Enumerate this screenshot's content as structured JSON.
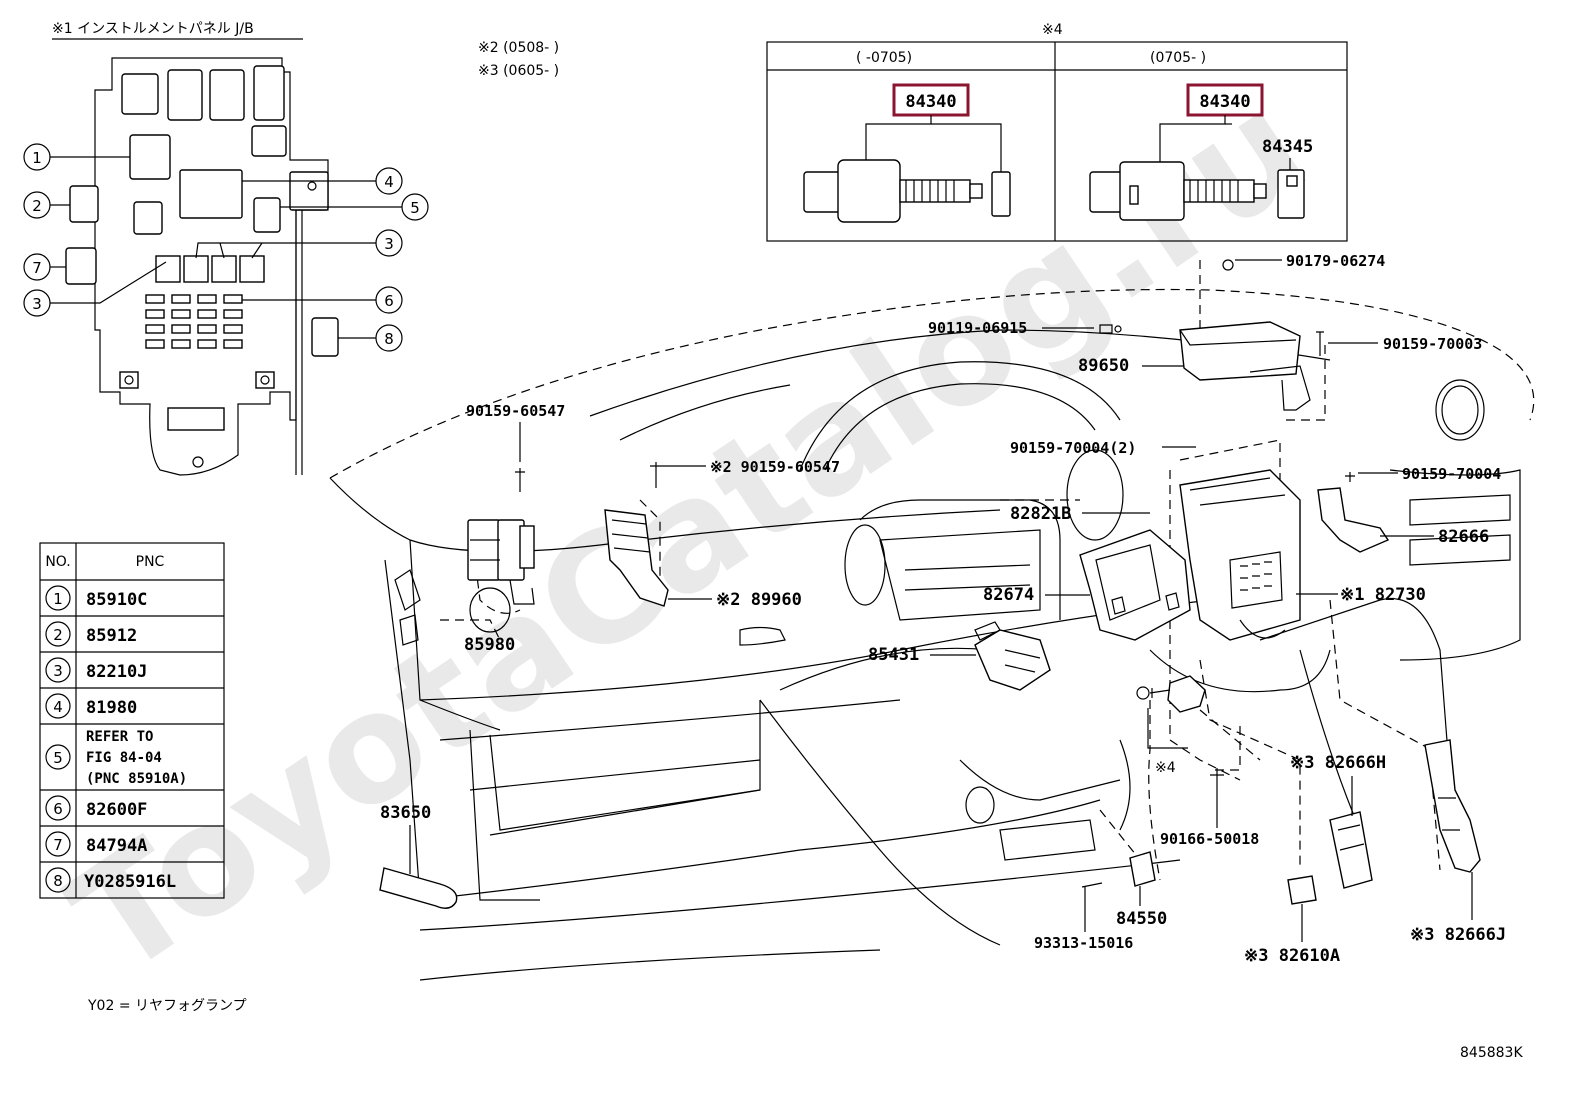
{
  "watermark": "ToyotaCatalog.ru",
  "jb_title": "※1 インストルメントパネル J/B",
  "notes": {
    "n2": "※2 (0508-      )",
    "n3": "※3 (0605-      )"
  },
  "variant_box": {
    "marker": "※4",
    "left_header": "(      -0705)",
    "right_header": "(0705-      )",
    "left_part": "84340",
    "right_part": "84340",
    "right_extra": "84345"
  },
  "callouts": [
    "1",
    "2",
    "3",
    "4",
    "5",
    "6",
    "7",
    "8"
  ],
  "pnc_table": {
    "col_no": "NO.",
    "col_pnc": "PNC",
    "rows": [
      {
        "no": "1",
        "pnc": "85910C"
      },
      {
        "no": "2",
        "pnc": "85912"
      },
      {
        "no": "3",
        "pnc": "82210J"
      },
      {
        "no": "4",
        "pnc": "81980"
      },
      {
        "no": "5",
        "ref1": "REFER TO",
        "ref2": "FIG 84-04",
        "ref3": "(PNC 85910A)"
      },
      {
        "no": "6",
        "pnc": "82600F"
      },
      {
        "no": "7",
        "pnc": "84794A"
      },
      {
        "no": "8",
        "pnc": "Y0285916L"
      }
    ]
  },
  "labels": {
    "p90179_06274": "90179-06274",
    "p90119_06915": "90119-06915",
    "p90159_70003": "90159-70003",
    "p89650": "89650",
    "p90159_60547": "90159-60547",
    "p90159_60547b": "※2 90159-60547",
    "p90159_70004_2": "90159-70004(2)",
    "p90159_70004": "90159-70004",
    "p82821B": "82821B",
    "p82666": "82666",
    "p82674": "82674",
    "p82730": "※1 82730",
    "p89960": "※2 89960",
    "p85980": "85980",
    "p85431": "85431",
    "p84340_note": "※4",
    "p82666H": "※3 82666H",
    "p90166_50018": "90166-50018",
    "p83650": "83650",
    "p84550": "84550",
    "p93313_15016": "93313-15016",
    "p82610A": "※3 82610A",
    "p82666J": "※3 82666J"
  },
  "footnote": "Y02 = リヤフォグランプ",
  "figure_id": "845883K"
}
